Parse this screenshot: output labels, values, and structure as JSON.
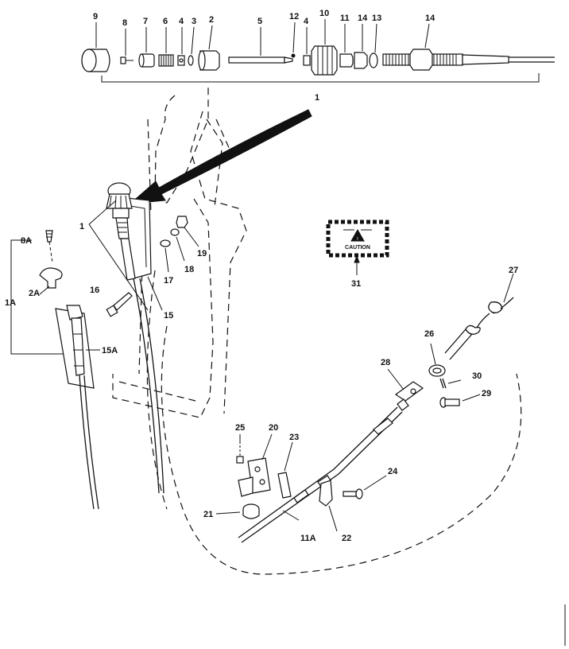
{
  "callouts": {
    "c9": "9",
    "c8": "8",
    "c7": "7",
    "c6": "6",
    "c4a": "4",
    "c3": "3",
    "c2": "2",
    "c5": "5",
    "c12": "12",
    "c4b": "4",
    "c10": "10",
    "c11": "11",
    "c14a": "14",
    "c13": "13",
    "c14b": "14",
    "c1a": "1",
    "c1b": "1",
    "c8a": "8A",
    "c1a_asm": "1A",
    "c2a": "2A",
    "c16": "16",
    "c15a": "15A",
    "c15": "15",
    "c17": "17",
    "c18": "18",
    "c19": "19",
    "c31": "31",
    "c27": "27",
    "c26": "26",
    "c30": "30",
    "c29": "29",
    "c28": "28",
    "c25": "25",
    "c20": "20",
    "c23": "23",
    "c24": "24",
    "c21": "21",
    "c11a": "11A",
    "c22": "22"
  },
  "caution_label": {
    "word": "CAUTION",
    "symbol": "!"
  }
}
